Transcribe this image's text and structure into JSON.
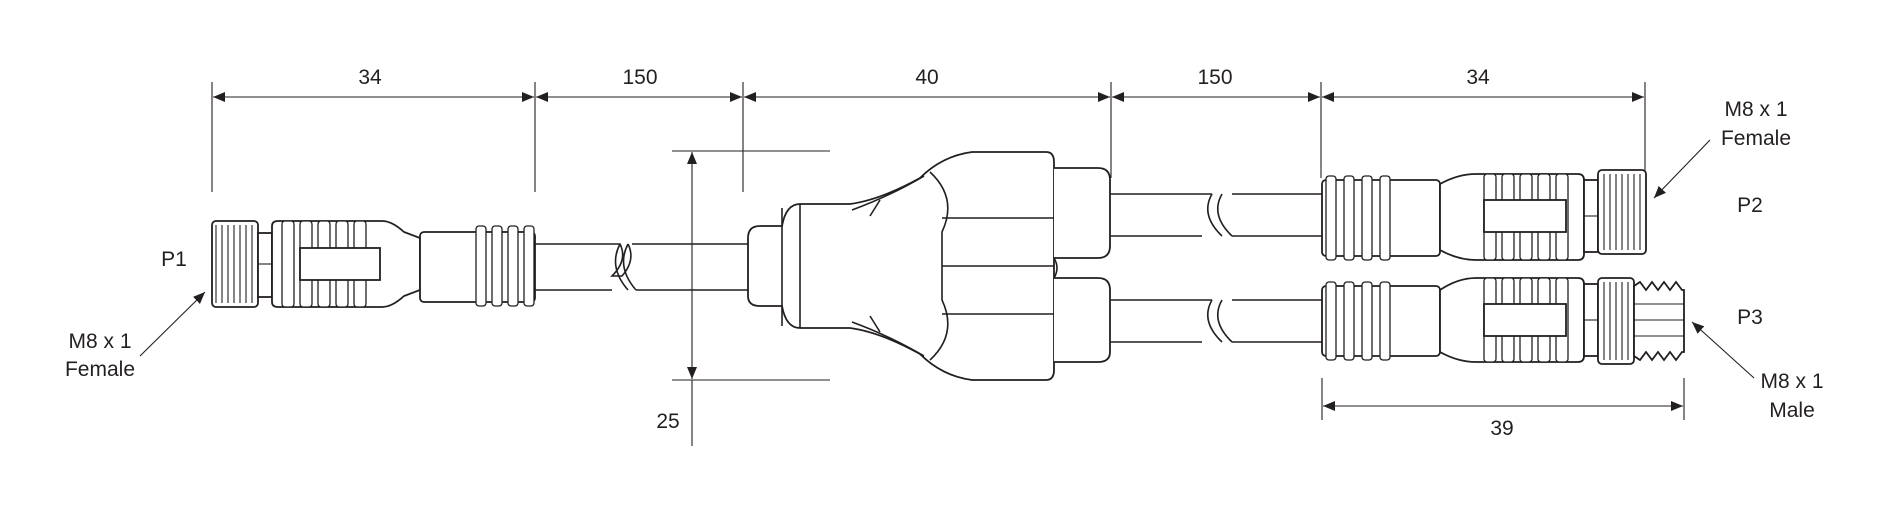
{
  "dimensions": {
    "p1_connector_length": "34",
    "cable_left_length": "150",
    "splitter_length": "40",
    "cable_right_length": "150",
    "p2_connector_length": "34",
    "splitter_height": "25",
    "p3_connector_length": "39"
  },
  "ports": {
    "p1": {
      "name": "P1",
      "spec": "M8 x 1",
      "gender": "Female"
    },
    "p2": {
      "name": "P2",
      "spec": "M8 x 1",
      "gender": "Female"
    },
    "p3": {
      "name": "P3",
      "spec": "M8 x 1",
      "gender": "Male"
    }
  },
  "colors": {
    "line": "#231f20",
    "fill": "#ffffff"
  }
}
